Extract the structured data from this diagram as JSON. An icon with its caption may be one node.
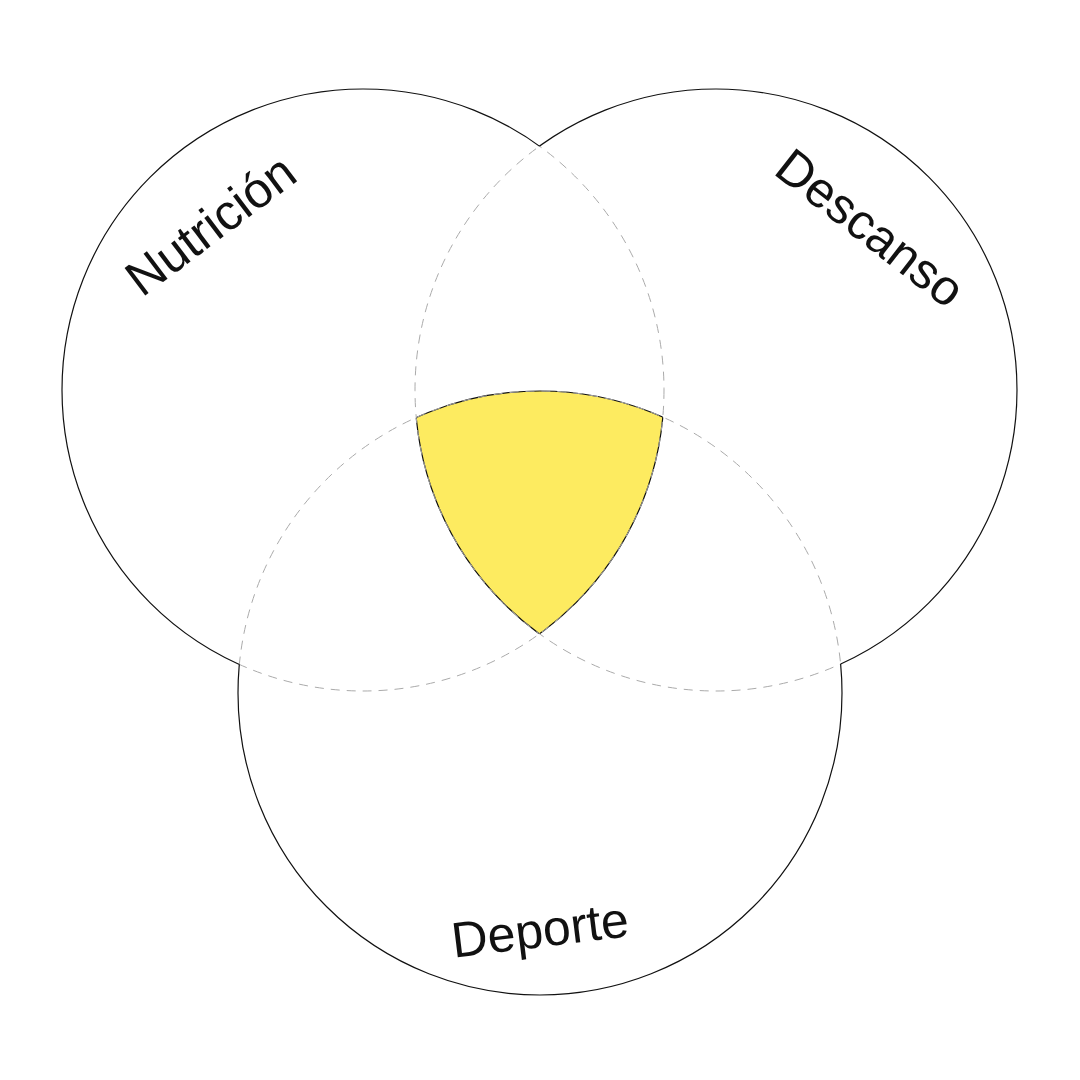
{
  "diagram": {
    "nodes": [
      {
        "text": [
          "Nutrición"
        ]
      },
      {
        "text": [
          "Descanso"
        ]
      },
      {
        "text": [
          "Deporte"
        ]
      }
    ]
  }
}
